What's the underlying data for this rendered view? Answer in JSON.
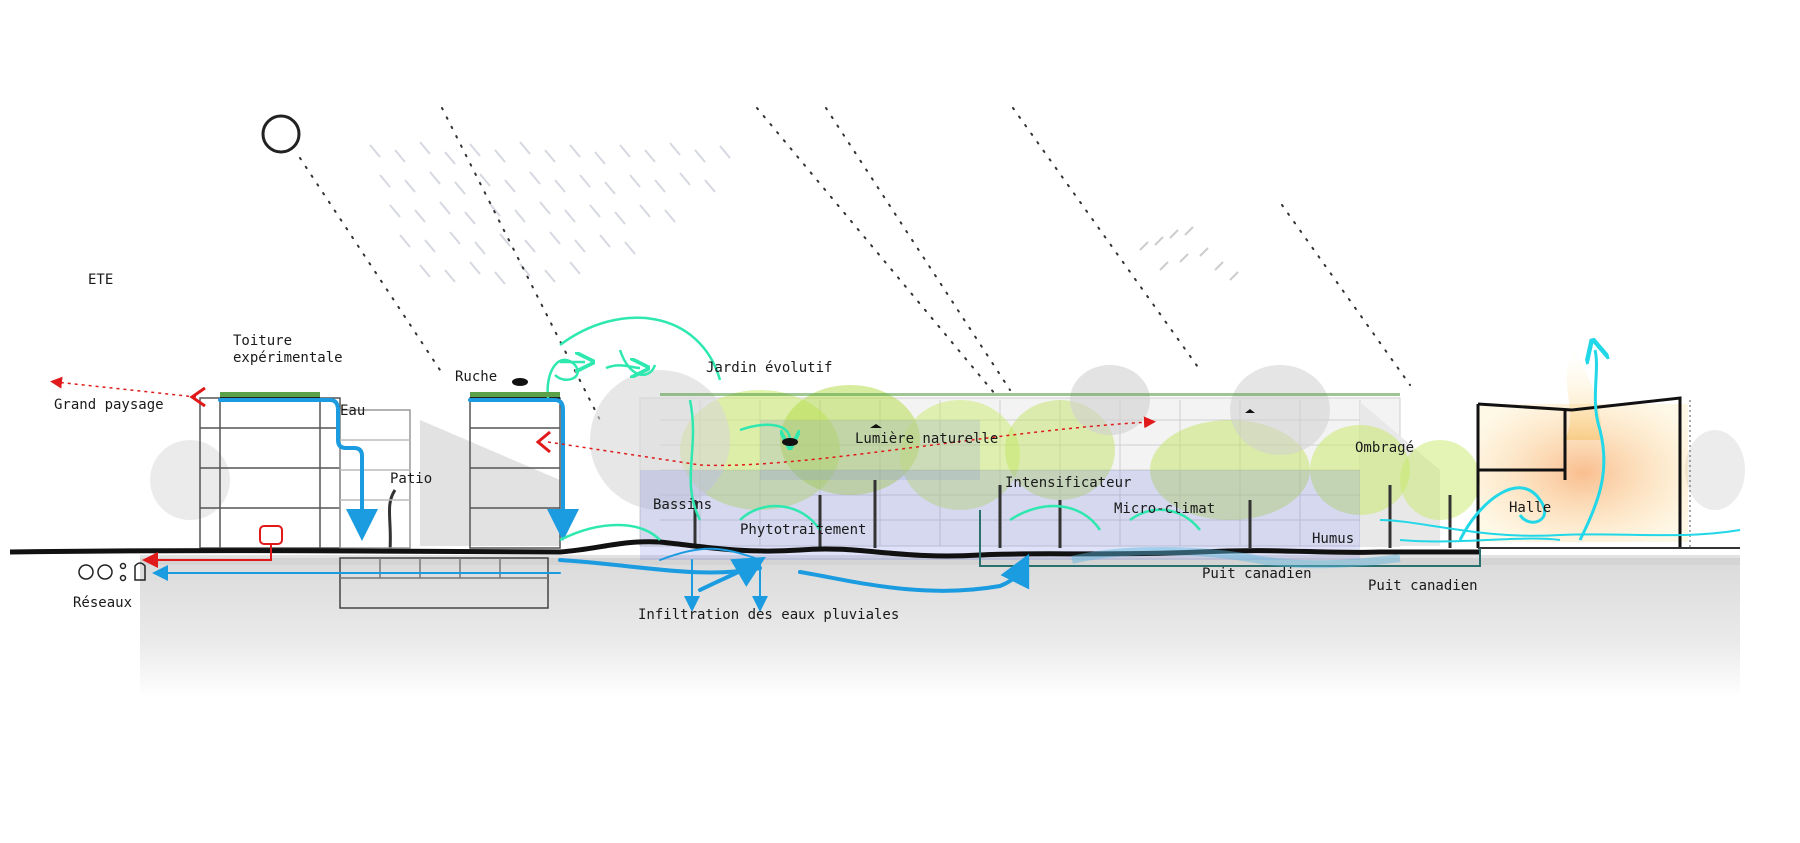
{
  "season": "ETE",
  "labels": {
    "toiture": "Toiture\nexpérimentale",
    "grand_paysage": "Grand paysage",
    "eau": "Eau",
    "ruche": "Ruche",
    "patio": "Patio",
    "jardin": "Jardin évolutif",
    "lumiere": "Lumière naturelle",
    "intensificateur": "Intensificateur",
    "micro_climat": "Micro-climat",
    "ombrage": "Ombragé",
    "halle": "Halle",
    "bassins": "Bassins",
    "phyto": "Phytotraitement",
    "humus": "Humus",
    "puit1": "Puit canadien",
    "puit2": "Puit canadien",
    "reseaux": "Réseaux",
    "infiltration": "Infiltration des eaux pluviales"
  },
  "colors": {
    "water": "#1b9be0",
    "air": "#2ee8b0",
    "air_hot": "#22d8e8",
    "view": "#e01a1a",
    "vegetation": "#b8e04a",
    "ground": "#d8d8d8",
    "ink": "#111111"
  }
}
